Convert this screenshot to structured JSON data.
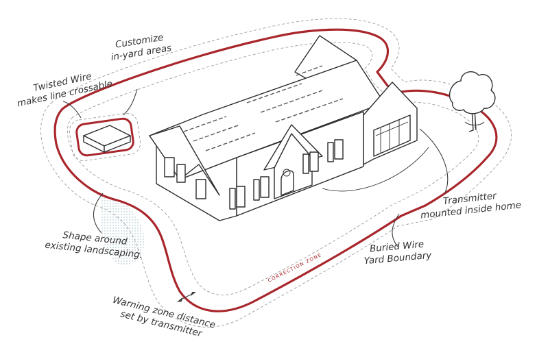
{
  "colors": {
    "boundary_wire": "#a8262c",
    "zone_label": "#a8262c",
    "ink": "#2b2b2b",
    "landscaping": "#8fb8c8"
  },
  "labels": {
    "customize": [
      "Customize",
      "in-yard areas"
    ],
    "twisted_wire": [
      "Twisted Wire",
      "makes line crossable"
    ],
    "transmitter": [
      "Transmitter",
      "mounted inside home"
    ],
    "buried_wire": [
      "Buried Wire",
      "Yard Boundary"
    ],
    "shape_around": [
      "Shape around",
      "existing landscaping."
    ],
    "warning_zone": [
      "Warning zone distance",
      "set by transmitter"
    ],
    "correction_zone": "CORRECTION ZONE"
  }
}
